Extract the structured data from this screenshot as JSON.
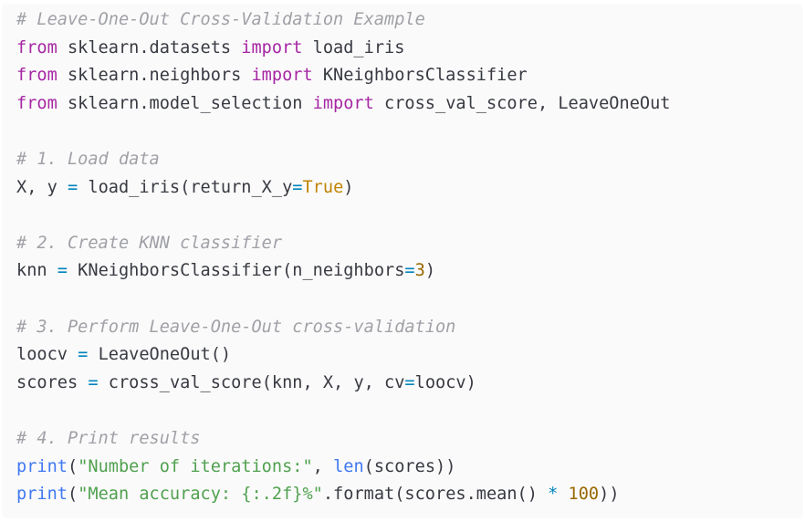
{
  "colors": {
    "background": "#fafafa",
    "comment": "#a0a1a7",
    "keyword": "#a626a4",
    "plain": "#383a42",
    "operator": "#0184bc",
    "boolean": "#c18401",
    "number": "#986801",
    "builtin": "#4078f2",
    "string": "#50a14f"
  },
  "code": {
    "lines": [
      [
        {
          "t": "# Leave-One-Out Cross-Validation Example",
          "k": "comment"
        }
      ],
      [
        {
          "t": "from",
          "k": "keyword"
        },
        {
          "t": " sklearn.datasets ",
          "k": "plain"
        },
        {
          "t": "import",
          "k": "keyword"
        },
        {
          "t": " load_iris",
          "k": "plain"
        }
      ],
      [
        {
          "t": "from",
          "k": "keyword"
        },
        {
          "t": " sklearn.neighbors ",
          "k": "plain"
        },
        {
          "t": "import",
          "k": "keyword"
        },
        {
          "t": " KNeighborsClassifier",
          "k": "plain"
        }
      ],
      [
        {
          "t": "from",
          "k": "keyword"
        },
        {
          "t": " sklearn.model_selection ",
          "k": "plain"
        },
        {
          "t": "import",
          "k": "keyword"
        },
        {
          "t": " cross_val_score, LeaveOneOut",
          "k": "plain"
        }
      ],
      [],
      [
        {
          "t": "# 1. Load data",
          "k": "comment"
        }
      ],
      [
        {
          "t": "X, y ",
          "k": "plain"
        },
        {
          "t": "=",
          "k": "op"
        },
        {
          "t": " load_iris(return_X_y",
          "k": "plain"
        },
        {
          "t": "=",
          "k": "op"
        },
        {
          "t": "True",
          "k": "bool"
        },
        {
          "t": ")",
          "k": "plain"
        }
      ],
      [],
      [
        {
          "t": "# 2. Create KNN classifier",
          "k": "comment"
        }
      ],
      [
        {
          "t": "knn ",
          "k": "plain"
        },
        {
          "t": "=",
          "k": "op"
        },
        {
          "t": " KNeighborsClassifier(n_neighbors",
          "k": "plain"
        },
        {
          "t": "=",
          "k": "op"
        },
        {
          "t": "3",
          "k": "num"
        },
        {
          "t": ")",
          "k": "plain"
        }
      ],
      [],
      [
        {
          "t": "# 3. Perform Leave-One-Out cross-validation",
          "k": "comment"
        }
      ],
      [
        {
          "t": "loocv ",
          "k": "plain"
        },
        {
          "t": "=",
          "k": "op"
        },
        {
          "t": " LeaveOneOut()",
          "k": "plain"
        }
      ],
      [
        {
          "t": "scores ",
          "k": "plain"
        },
        {
          "t": "=",
          "k": "op"
        },
        {
          "t": " cross_val_score(knn, X, y, cv",
          "k": "plain"
        },
        {
          "t": "=",
          "k": "op"
        },
        {
          "t": "loocv)",
          "k": "plain"
        }
      ],
      [],
      [
        {
          "t": "# 4. Print results",
          "k": "comment"
        }
      ],
      [
        {
          "t": "print",
          "k": "builtin"
        },
        {
          "t": "(",
          "k": "plain"
        },
        {
          "t": "\"Number of iterations:\"",
          "k": "string"
        },
        {
          "t": ", ",
          "k": "plain"
        },
        {
          "t": "len",
          "k": "builtin"
        },
        {
          "t": "(scores))",
          "k": "plain"
        }
      ],
      [
        {
          "t": "print",
          "k": "builtin"
        },
        {
          "t": "(",
          "k": "plain"
        },
        {
          "t": "\"Mean accuracy: {:.2f}%\"",
          "k": "string"
        },
        {
          "t": ".format(scores.mean() ",
          "k": "plain"
        },
        {
          "t": "*",
          "k": "op"
        },
        {
          "t": " ",
          "k": "plain"
        },
        {
          "t": "100",
          "k": "num"
        },
        {
          "t": "))",
          "k": "plain"
        }
      ]
    ]
  }
}
